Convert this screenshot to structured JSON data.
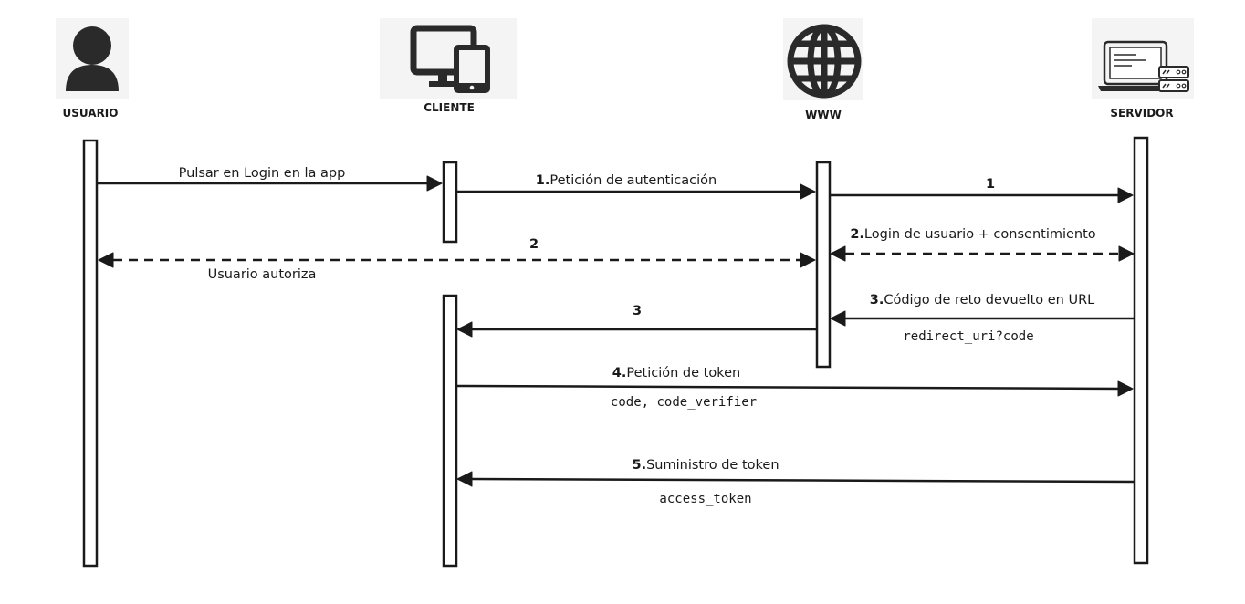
{
  "actors": {
    "usuario": {
      "label": "USUARIO",
      "icon": "user-icon"
    },
    "cliente": {
      "label": "CLIENTE",
      "icon": "devices-icon"
    },
    "www": {
      "label": "WWW",
      "icon": "globe-icon"
    },
    "servidor": {
      "label": "SERVIDOR",
      "icon": "server-icon"
    }
  },
  "messages": {
    "pulsar": {
      "text": "Pulsar en Login en la app"
    },
    "m1": {
      "num": "1.",
      "text": "Petición de autenticación"
    },
    "m1b": {
      "num": "1"
    },
    "m2": {
      "num": "2"
    },
    "m2_sub": {
      "text": "Usuario autoriza"
    },
    "m2b": {
      "num": "2.",
      "text": "Login de usuario + consentimiento"
    },
    "m3": {
      "num": "3.",
      "text": "Código de reto devuelto en URL",
      "code": "redirect_uri?code"
    },
    "m3b": {
      "num": "3"
    },
    "m4": {
      "num": "4.",
      "text": "Petición de token",
      "code": "code, code_verifier"
    },
    "m5": {
      "num": "5.",
      "text": "Suministro de token",
      "code": "access_token"
    }
  },
  "colors": {
    "ink": "#1a1a1a",
    "background": "#ffffff",
    "icon_bg": "#f4f4f4"
  }
}
